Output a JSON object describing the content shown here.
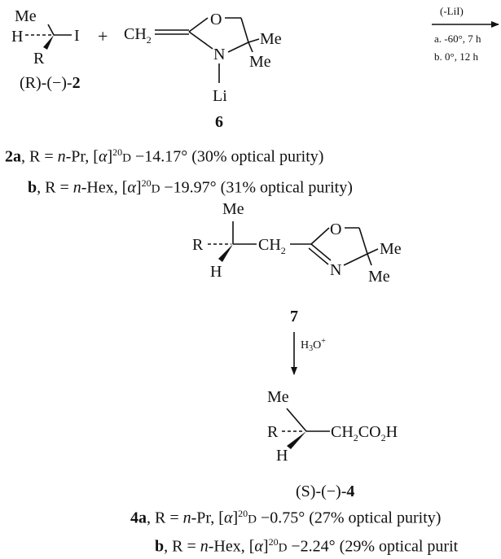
{
  "reactant_iodide": {
    "me": "Me",
    "h": "H",
    "i": "I",
    "r": "R",
    "descriptor": "(R)-(−)-",
    "compound_number": "2"
  },
  "plus": "+",
  "reagent_6": {
    "ch2": "CH",
    "ch2_sub": "2",
    "o": "O",
    "n": "N",
    "li": "Li",
    "me_upper": "Me",
    "me_lower": "Me",
    "compound_number": "6"
  },
  "reaction_arrow": {
    "above": "(-LiI)",
    "cond_a": "a. -60°, 7 h",
    "cond_b": "b. 0°, 12 h"
  },
  "lines_2": {
    "a": {
      "label": "2a",
      "text": ", R = ",
      "r": "n",
      "r_rest": "-Pr, [",
      "alpha": "α",
      "close": "]",
      "sup": "20",
      "d": "D",
      "value": " −14.17° (30% optical purity)"
    },
    "b": {
      "label": "b",
      "text": ", R = ",
      "r": "n",
      "r_rest": "-Hex, [",
      "alpha": "α",
      "close": "]",
      "sup": "20",
      "d": "D",
      "value": "  −19.97° (31% optical purity)"
    }
  },
  "product_7": {
    "me": "Me",
    "r": "R",
    "h": "H",
    "ch2": "CH",
    "ch2_sub": "2",
    "o": "O",
    "n": "N",
    "me_upper": "Me",
    "me_lower": "Me",
    "compound_number": "7"
  },
  "hydrolysis": {
    "reagent": "H",
    "sub": "3",
    "sup": "O",
    "plus": "+"
  },
  "product_4": {
    "me": "Me",
    "r": "R",
    "h": "H",
    "acid": "CH",
    "acid_sub1": "2",
    "acid_mid": "CO",
    "acid_sub2": "2",
    "acid_end": "H",
    "descriptor": "(S)-(−)-",
    "compound_number": "4"
  },
  "lines_4": {
    "a": {
      "label": "4a",
      "text": ", R = ",
      "r": "n",
      "r_rest": "-Pr, [",
      "alpha": "α",
      "close": "]",
      "sup": "20",
      "d": "D",
      "value": "  −0.75° (27% optical purity)"
    },
    "b": {
      "label": "b",
      "text": ", R = ",
      "r": "n",
      "r_rest": "-Hex, [",
      "alpha": "α",
      "close": "]",
      "sup": "20",
      "d": "D",
      "value": "  −2.24° (29% optical purit"
    }
  }
}
